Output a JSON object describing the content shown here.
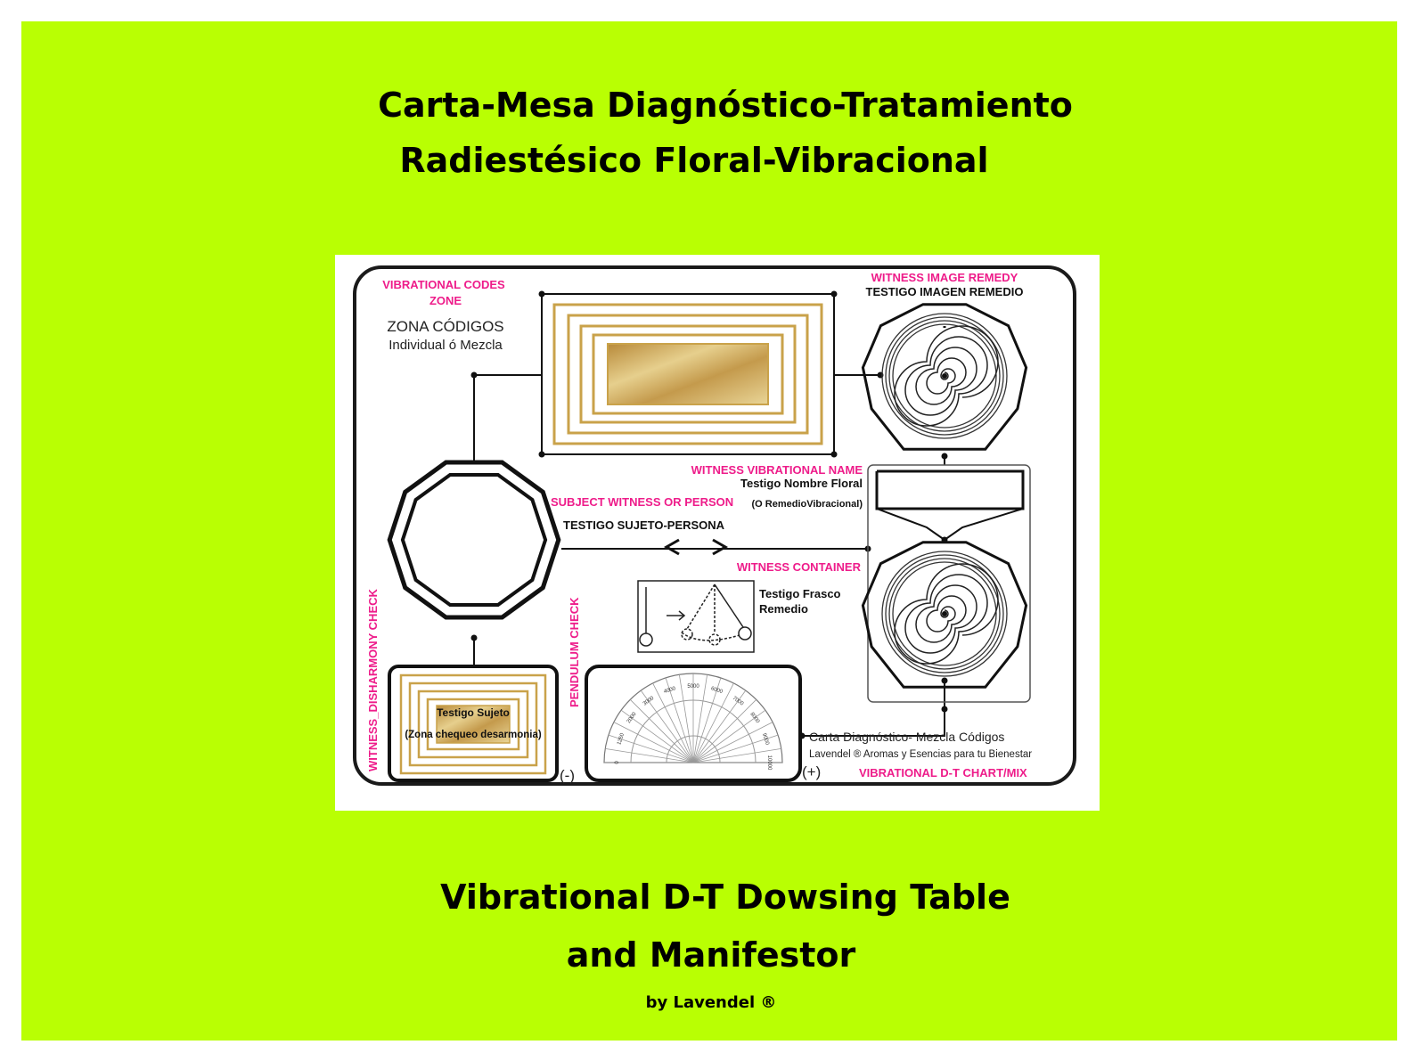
{
  "header": {
    "line1": "Carta-Mesa Diagnóstico-Tratamiento",
    "line2": "Radiestésico Floral-Vibracional"
  },
  "footer": {
    "line1": "Vibrational D-T Dowsing Table",
    "line2": "and Manifestor",
    "credit": "by Lavendel ®"
  },
  "chart": {
    "codes_zone_en_1": "VIBRATIONAL CODES",
    "codes_zone_en_2": "ZONE",
    "codes_zone_es_1": "ZONA CÓDIGOS",
    "codes_zone_es_2": "Individual ó Mezcla",
    "image_remedy_en": "WITNESS IMAGE REMEDY",
    "image_remedy_es": "TESTIGO IMAGEN REMEDIO",
    "vib_name_en": "WITNESS VIBRATIONAL NAME",
    "vib_name_es": "Testigo Nombre Floral",
    "vib_name_note": "(O RemedioVibracional)",
    "subject_en": "SUBJECT WITNESS OR PERSON",
    "subject_es": "TESTIGO SUJETO-PERSONA",
    "container_en": "WITNESS CONTAINER",
    "bottle_1": "Testigo Frasco",
    "bottle_2": "Remedio",
    "disharmony_en": "WITNESS_DISHARMONY CHECK",
    "pendulum_en": "PENDULUM CHECK",
    "subject_box_1": "Testigo Sujeto",
    "subject_box_2": "(Zona chequeo desarmonia)",
    "minus": "(-)",
    "plus": "(+)",
    "mix_title": "Carta Diagnóstico- Mezcla Códigos",
    "mix_sub": "Lavendel ® Aromas y Esencias para tu Bienestar",
    "mix_en": "VIBRATIONAL D-T CHART/MIX",
    "scale_labels": [
      "0",
      "1250",
      "2000",
      "3000",
      "4000",
      "5000",
      "6000",
      "7000",
      "8000",
      "9000",
      "10000"
    ]
  },
  "colors": {
    "background": "#b9ff03",
    "accent_pink": "#ee1c8a",
    "gold": "#c9a24a"
  }
}
